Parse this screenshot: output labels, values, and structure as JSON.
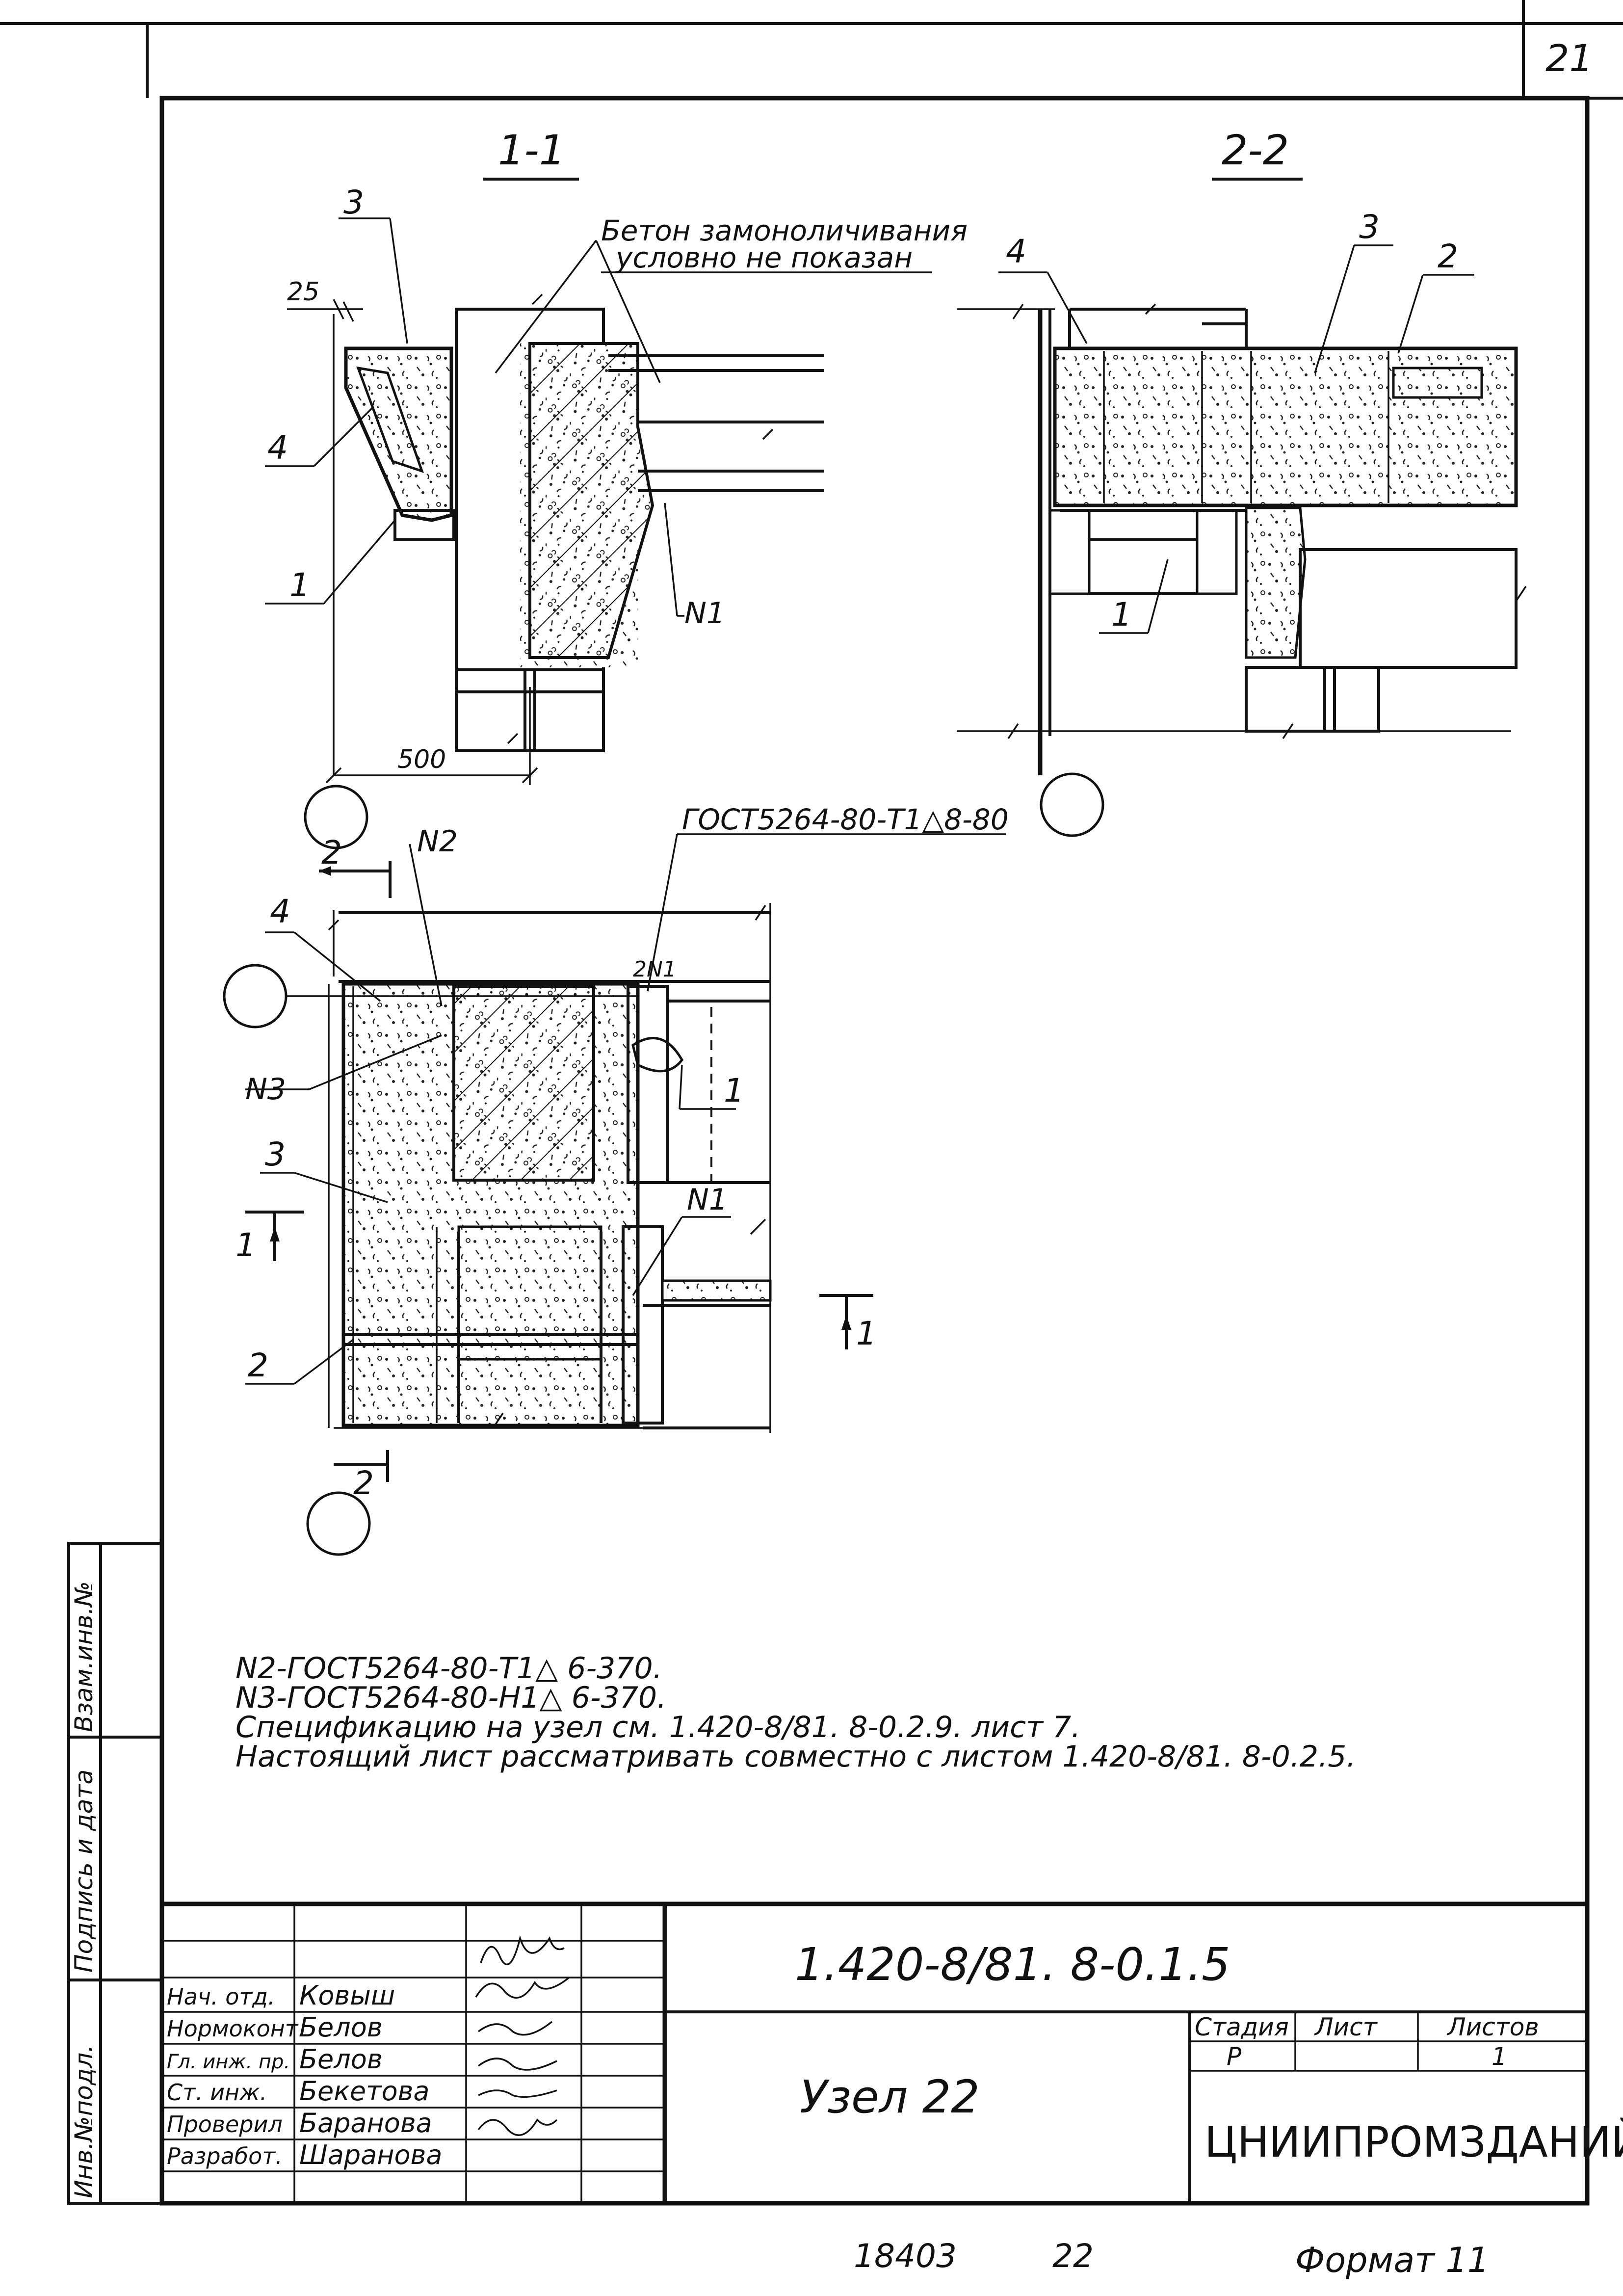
{
  "sheet": {
    "sheet_number": "21",
    "format_label": "Формат 11",
    "archive_number": "18403",
    "archive_page": "22"
  },
  "views": {
    "section_1_1": {
      "title": "1-1"
    },
    "section_2_2": {
      "title": "2-2"
    }
  },
  "callouts": {
    "c1": "1",
    "c2": "2",
    "c3": "3",
    "c4": "4",
    "n1": "N1",
    "n2": "N2",
    "n3": "N3",
    "two_n1": "2N1",
    "dim_25": "25",
    "dim_500": "500",
    "cut_1_left": "1",
    "cut_1_right": "1",
    "cut_2_top": "2",
    "cut_2_bottom": "2"
  },
  "notes": {
    "concrete_note_line1": "Бетон замоноличивания",
    "concrete_note_line2": "условно не показан",
    "gost_weld_plan": "ГОСТ5264-80-Т1△8-80",
    "note_1": "N2-ГОСТ5264-80-Т1△ 6-370.",
    "note_2": "N3-ГОСТ5264-80-Н1△ 6-370.",
    "note_3": "Спецификацию на узел см. 1.420-8/81. 8-0.2.9. лист 7.",
    "note_4": "Настоящий лист рассматривать совместно с листом 1.420-8/81. 8-0.2.5."
  },
  "side_stamp": {
    "inv_podl": "Инв.№подл.",
    "podpis_data": "Подпись и дата",
    "vzam_inv": "Взам.инв.№"
  },
  "title_block": {
    "doc_code": "1.420-8/81. 8-0.1.5",
    "title": "Узел 22",
    "org": "ЦНИИПРОМЗДАНИЙ",
    "stage_header": "Стадия",
    "sheet_header": "Лист",
    "sheets_header": "Листов",
    "stage_value": "Р",
    "sheets_value": "1",
    "roles": [
      {
        "role": "Нач. отд.",
        "name": "Ковыш"
      },
      {
        "role": "Нормоконт.",
        "name": "Белов"
      },
      {
        "role": "Гл. инж. пр.",
        "name": "Белов"
      },
      {
        "role": "Ст. инж.",
        "name": "Бекетова"
      },
      {
        "role": "Проверил",
        "name": "Баранова"
      },
      {
        "role": "Разработ.",
        "name": "Шаранова"
      }
    ]
  }
}
